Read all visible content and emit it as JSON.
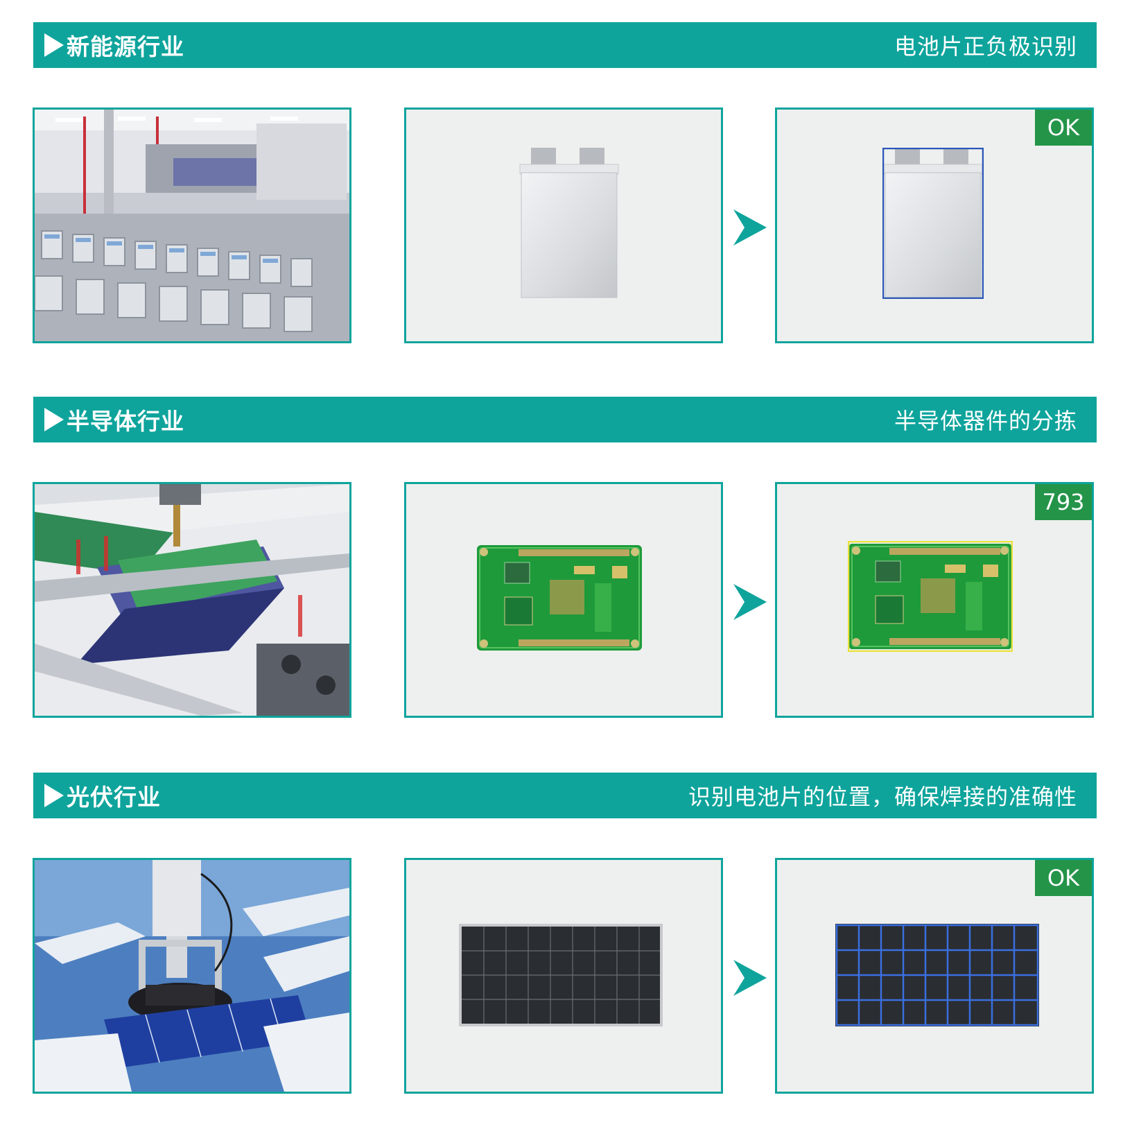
{
  "colors": {
    "accent": "#0ea49c",
    "badge": "#249449",
    "panel_bg": "#eef0ef"
  },
  "sections": [
    {
      "industry": "新能源行业",
      "task": "电池片正负极识别",
      "result": "OK"
    },
    {
      "industry": "半导体行业",
      "task": "半导体器件的分拣",
      "result": "793"
    },
    {
      "industry": "光伏行业",
      "task": "识别电池片的位置，确保焊接的准确性",
      "result": "OK"
    }
  ]
}
